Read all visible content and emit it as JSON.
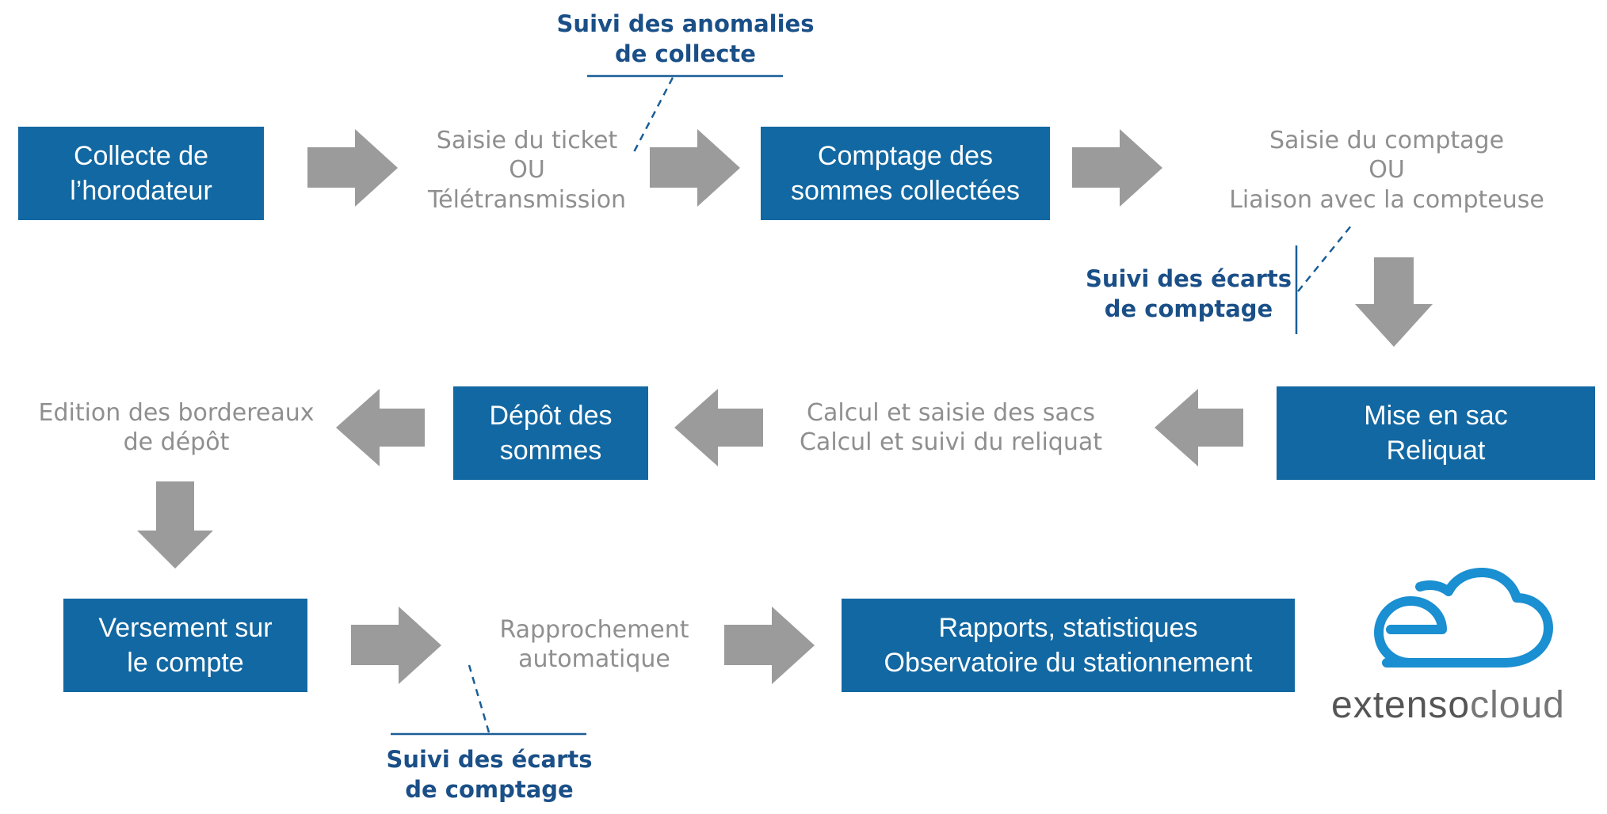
{
  "boxes": {
    "collecte": [
      "Collecte de",
      "l’horodateur"
    ],
    "comptage": [
      "Comptage des",
      "sommes collectées"
    ],
    "mise_en_sac": [
      "Mise en sac",
      "Reliquat"
    ],
    "depot": [
      "Dépôt des",
      "sommes"
    ],
    "versement": [
      "Versement sur",
      "le compte"
    ],
    "rapports": [
      "Rapports, statistiques",
      "Observatoire du stationnement"
    ]
  },
  "steps": {
    "saisie_ticket": [
      "Saisie du ticket",
      "OU",
      "Télétransmission"
    ],
    "saisie_comptage": [
      "Saisie du comptage",
      "OU",
      "Liaison avec la compteuse"
    ],
    "calcul_sacs": [
      "Calcul et saisie des sacs",
      "Calcul et suivi du reliquat"
    ],
    "edition": [
      "Edition des bordereaux",
      "de dépôt"
    ],
    "rapprochement": [
      "Rapprochement",
      "automatique"
    ]
  },
  "annotations": {
    "anomalies": [
      "Suivi des anomalies",
      "de collecte"
    ],
    "ecarts_top": [
      "Suivi des écarts",
      "de comptage"
    ],
    "ecarts_bottom": [
      "Suivi des écarts",
      "de comptage"
    ]
  },
  "logo": {
    "text_part1": "extenso",
    "text_part2": "cloud",
    "cloud_color": "#1a8fd1"
  },
  "colors": {
    "box_fill": "#1268a2",
    "box_text": "#ffffff",
    "step_text": "#8f8f8f",
    "annotation_text": "#1a4f87",
    "arrow_fill": "#9b9b9b"
  }
}
